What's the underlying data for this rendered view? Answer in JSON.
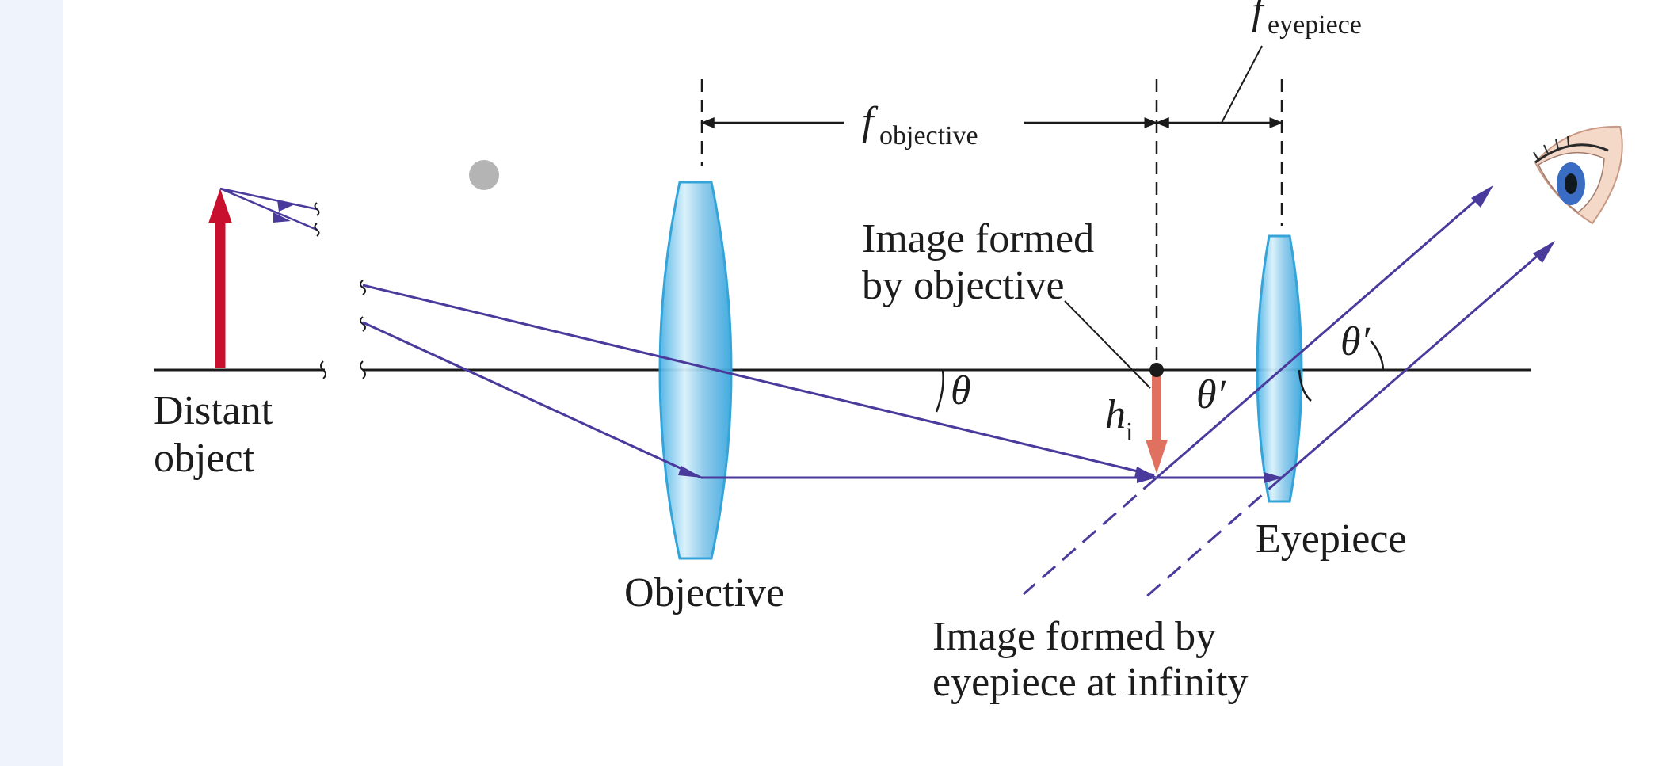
{
  "labels": {
    "distant_object_line1": "Distant",
    "distant_object_line2": "object",
    "objective": "Objective",
    "eyepiece": "Eyepiece",
    "image_by_objective_line1": "Image formed",
    "image_by_objective_line2": "by objective",
    "image_by_eyepiece_line1": "Image formed by",
    "image_by_eyepiece_line2": "eyepiece at infinity",
    "f_symbol": "f",
    "f_objective_sub": "objective",
    "f_eyepiece_sub": "eyepiece",
    "h_symbol": "h",
    "h_sub": "i",
    "theta": "θ",
    "theta_prime": "θ′"
  },
  "colors": {
    "ray": "#4a3a9c",
    "object_arrow": "#c8102e",
    "image_arrow": "#e07060",
    "axis": "#1a1a1a",
    "lens_fill": "#8fcbec",
    "lens_edge": "#2aa0d8",
    "background_strip": "#eef3fc",
    "marker": "#b4b4b4"
  }
}
